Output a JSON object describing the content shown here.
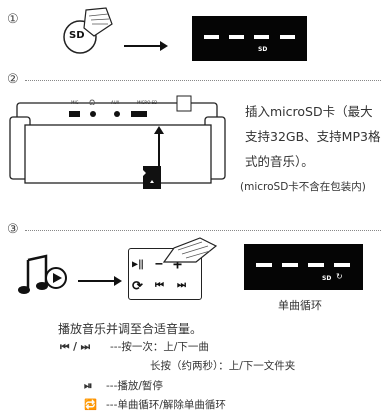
{
  "steps": {
    "s1": "①",
    "s2": "②",
    "s3": "③"
  },
  "card_label": "SD",
  "display1": {
    "tag": "SD"
  },
  "display2": {
    "tag1": "SD",
    "tag2": "↻"
  },
  "device_labels": [
    "MIC",
    "🎧",
    "AUX",
    "MICRO SD"
  ],
  "step2_text": {
    "line1": "插入microSD卡（最大",
    "line2": "支持32GB、支持MP3格",
    "line3": "式的音乐）。",
    "note": "(microSD卡不含在包装内)"
  },
  "display2_caption": "单曲循环",
  "instruction": "播放音乐并调至合适音量。",
  "legend": {
    "prevnext_sym": "⏮ / ⏭",
    "press_once": "---按一次：上/下一曲",
    "long_press": "长按（约两秒）：上/下一文件夹",
    "playpause_sym": "⏯",
    "playpause": "---播放/暂停",
    "repeat_sym": "🔁",
    "repeat": "---单曲循环/解除单曲循环"
  },
  "buttons": {
    "play": "▶‖",
    "minus": "−",
    "plus": "+",
    "prev": "⏮",
    "next": "⏭",
    "repeat": "⟳"
  }
}
